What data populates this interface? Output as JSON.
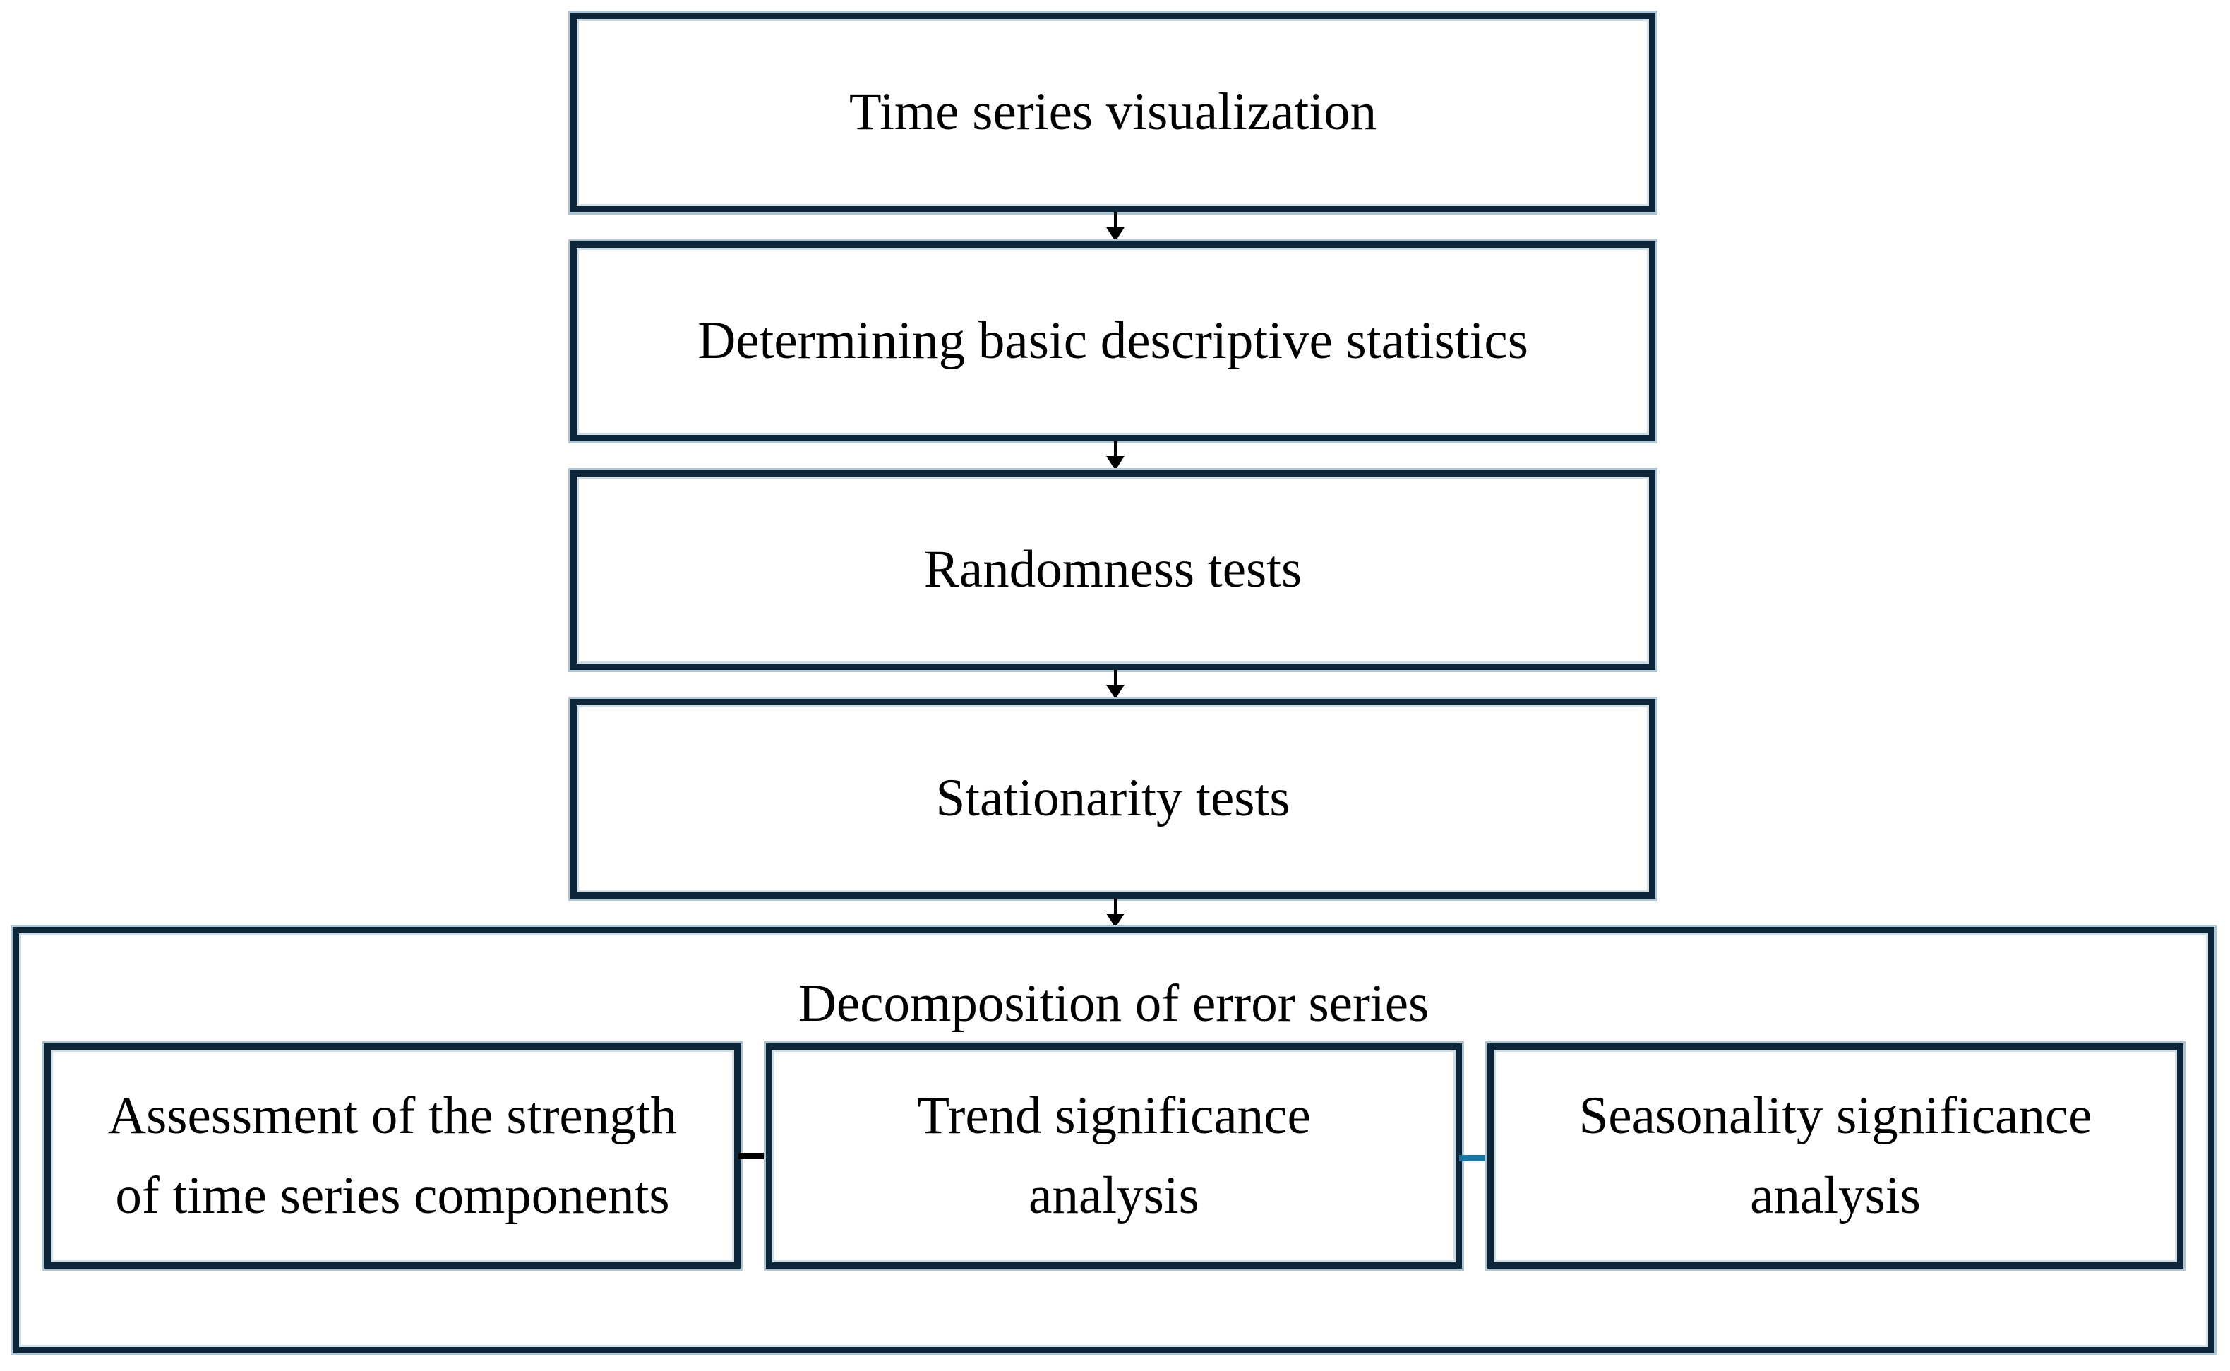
{
  "flow": {
    "boxes": [
      {
        "label": "Time series visualization"
      },
      {
        "label": "Determining basic descriptive statistics"
      },
      {
        "label": "Randomness tests"
      },
      {
        "label": "Stationarity tests"
      }
    ],
    "container": {
      "title": "Decomposition of error series",
      "sub_boxes": [
        {
          "label": "Assessment of the strength\nof time series components"
        },
        {
          "label": "Trend significance\nanalysis"
        },
        {
          "label": "Seasonality significance\nanalysis"
        }
      ]
    },
    "colors": {
      "box_border": "#0e263a",
      "border_halo": "#aec5d3",
      "arrow": "#000000",
      "connector_left": "#000000",
      "connector_right": "#1a76a0",
      "text": "#000000",
      "background": "#ffffff"
    }
  }
}
